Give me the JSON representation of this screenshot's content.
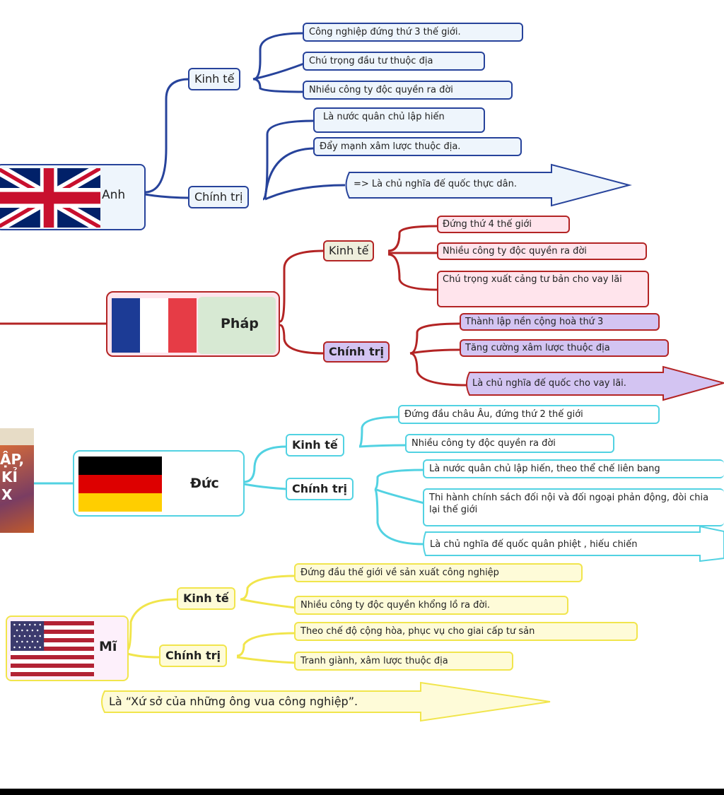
{
  "nodes": {
    "uk": {
      "name": "Anh",
      "economy_label": "Kinh tế",
      "economy_items": [
        "Công nghiệp đứng thứ 3 thế giới.",
        "Chú trọng đầu tư thuộc địa",
        "Nhiều công ty độc quyền ra đời"
      ],
      "politics_label": "Chính trị",
      "politics_items": [
        "Là nước quân chủ lập hiến",
        "Đẩy mạnh xâm lược thuộc địa."
      ],
      "conclusion": "=> Là chủ nghĩa đế quốc thực dân."
    },
    "france": {
      "name": "Pháp",
      "economy_label": "Kinh tế",
      "economy_items": [
        "Đứng thứ 4 thế giới",
        "Nhiều công ty độc quyền ra đời",
        "Chú trọng xuất cảng tư bản cho vay lãi"
      ],
      "politics_label": "Chính trị",
      "politics_items": [
        "Thành lập nền cộng hoà thứ 3",
        "Tăng cường xâm lược thuộc địa"
      ],
      "conclusion": "Là chủ nghĩa đế quốc cho vay lãi."
    },
    "germany": {
      "name": "Đức",
      "economy_label": "Kinh tế",
      "economy_items": [
        "Đứng đầu châu Âu, đứng thứ 2 thế  giới",
        "Nhiều công ty độc quyền ra đời"
      ],
      "politics_label": "Chính trị",
      "politics_items": [
        "Là nước quân chủ lập hiến, theo thể chế liên bang",
        "Thi hành chính sách đối nội và đối ngoại phản động, đòi chia lại thế giới"
      ],
      "conclusion": "Là chủ nghĩa đế quốc quân phiệt , hiếu chiến"
    },
    "usa": {
      "name": "Mĩ",
      "economy_label": "Kinh tế",
      "economy_items": [
        "Đứng đầu thế giới về sản xuất công nghiệp",
        "Nhiều công ty độc quyền khổng lồ ra đời."
      ],
      "politics_label": "Chính trị",
      "politics_items": [
        "Theo chế độ cộng hòa, phục vụ cho giai cấp tư sản",
        "Tranh giành, xâm lược thuộc địa"
      ],
      "conclusion": "Là “Xứ sở của những ông vua công nghiệp”."
    }
  },
  "fragment_text": [
    "ẬP,",
    "KỈ",
    "X"
  ],
  "colors": {
    "uk": "#27439b",
    "france": "#b32424",
    "germany": "#52d2e2",
    "usa": "#f1e54c"
  }
}
